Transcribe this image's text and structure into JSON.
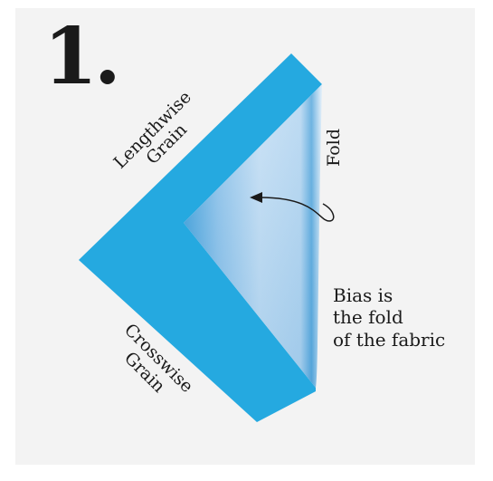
{
  "step": {
    "number": "1."
  },
  "labels": {
    "lengthwise_line1": "Lengthwise",
    "lengthwise_line2": "Grain",
    "crosswise_line1": "Crosswise",
    "crosswise_line2": "Grain",
    "fold": "Fold",
    "bias_line1": "Bias is",
    "bias_line2": "the fold",
    "bias_line3": "of the fabric"
  },
  "colors": {
    "panel": "#f3f3f3",
    "fabric": "#25a9e0",
    "fold_light": "#dcecf8",
    "fold_mid": "#9ecbec",
    "fold_dark": "#3d9ad6",
    "text": "#1a1a1a"
  }
}
